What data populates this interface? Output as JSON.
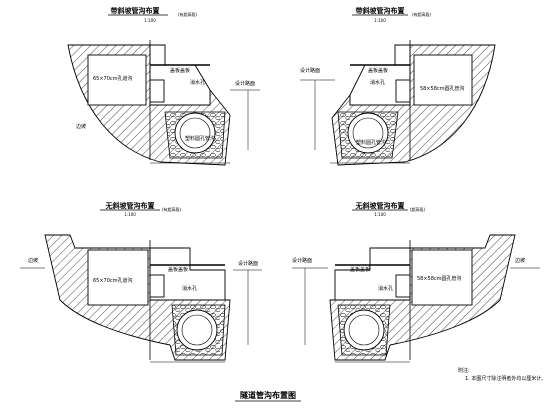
{
  "panels": [
    {
      "id": "tl",
      "title": "带斜坡管沟布置",
      "scale": "1:100",
      "scale_note": "(有超高段)",
      "label_box": "65×70cm孔道沟",
      "label_cover": "盖板盖板",
      "label_gap": "消水孔",
      "label_road": "设计路面",
      "label_slope": "边坡",
      "label_pipe": "塑料圆孔管沟"
    },
    {
      "id": "tr",
      "title": "带斜坡管沟布置",
      "scale": "1:100",
      "scale_note": "(有超高段)",
      "label_box": "58×58cm圆孔管沟",
      "label_cover": "盖板盖板",
      "label_gap": "消水孔",
      "label_road": "设计路面",
      "label_slope": "",
      "label_pipe": "塑料圆孔管沟"
    },
    {
      "id": "bl",
      "title": "无斜坡管沟布置",
      "scale": "1:100",
      "scale_note": "(有超高段)",
      "label_box": "65×70cm孔道沟",
      "label_cover": "盖板盖板",
      "label_gap": "消水孔",
      "label_road": "设计路面",
      "label_slope": "边坡",
      "label_pipe": ""
    },
    {
      "id": "br",
      "title": "无斜坡管沟布置",
      "scale": "1:100",
      "scale_note": "(超高段)",
      "label_box": "58×58cm圆孔管沟",
      "label_cover": "盖板盖板",
      "label_gap": "消水孔",
      "label_road": "设计路面",
      "label_slope": "边坡",
      "label_pipe": ""
    }
  ],
  "notes_heading": "附注:",
  "notes_body": "1. 本图尺寸除注明者外均以厘米计。",
  "main_title": "隧道管沟布置图"
}
